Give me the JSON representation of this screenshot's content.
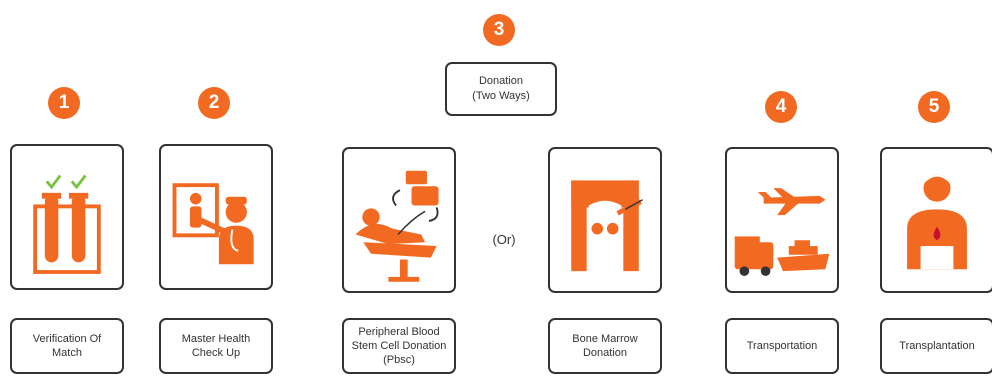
{
  "colors": {
    "accent": "#f26a21",
    "check": "#7cc242",
    "outline": "#333333"
  },
  "header": {
    "number": "3",
    "title": "Donation\n(Two Ways)"
  },
  "or_text": "(Or)",
  "steps": [
    {
      "number": "1",
      "label": "Verification Of\nMatch",
      "icon": "test-tubes-icon"
    },
    {
      "number": "2",
      "label": "Master Health\nCheck Up",
      "icon": "doctor-icon"
    },
    {
      "number": "",
      "label": "Peripheral Blood\nStem Cell Donation\n(Pbsc)",
      "icon": "blood-donation-icon"
    },
    {
      "number": "",
      "label": "Bone Marrow\nDonation",
      "icon": "pelvis-icon"
    },
    {
      "number": "4",
      "label": "Transportation",
      "icon": "transport-icon"
    },
    {
      "number": "5",
      "label": "Transplantation",
      "icon": "patient-icon"
    }
  ]
}
